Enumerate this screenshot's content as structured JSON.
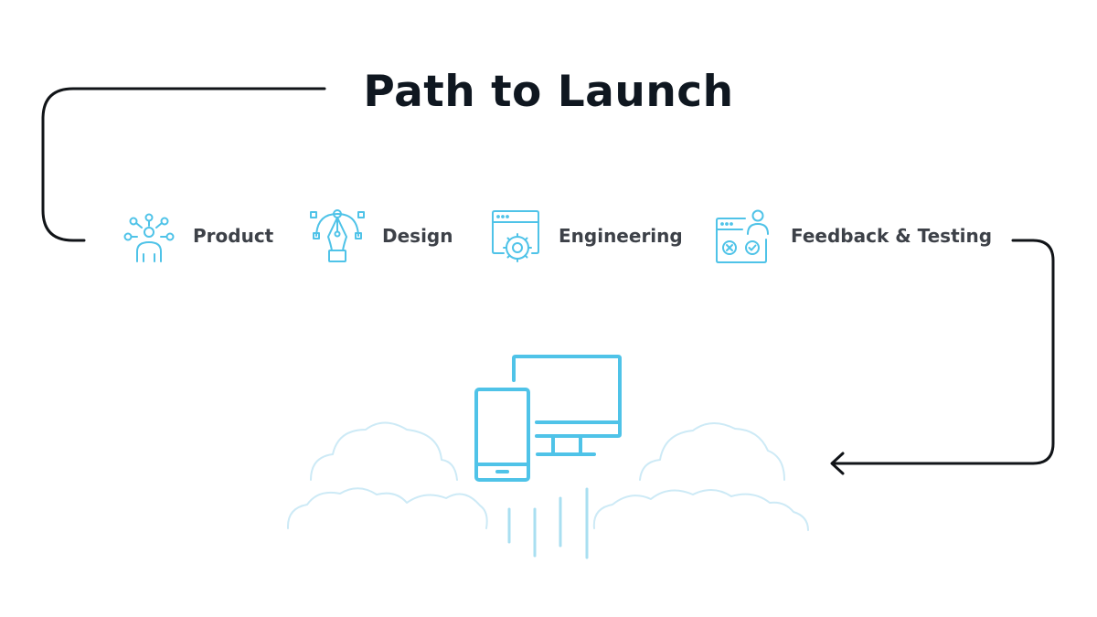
{
  "title": "Path to Launch",
  "stages": [
    {
      "label": "Product",
      "icon": "product-network-icon"
    },
    {
      "label": "Design",
      "icon": "pen-tool-icon"
    },
    {
      "label": "Engineering",
      "icon": "browser-gear-icon"
    },
    {
      "label": "Feedback & Testing",
      "icon": "user-testing-icon"
    }
  ],
  "launch": {
    "icons": [
      "smartphone-icon",
      "desktop-monitor-icon"
    ],
    "decoration": "clouds"
  },
  "colors": {
    "title": "#0f1720",
    "label": "#3d4148",
    "connector": "#111418",
    "icon": "#4fc3e8",
    "cloud": "#cdeaf6",
    "motion": "#a9dff1"
  }
}
